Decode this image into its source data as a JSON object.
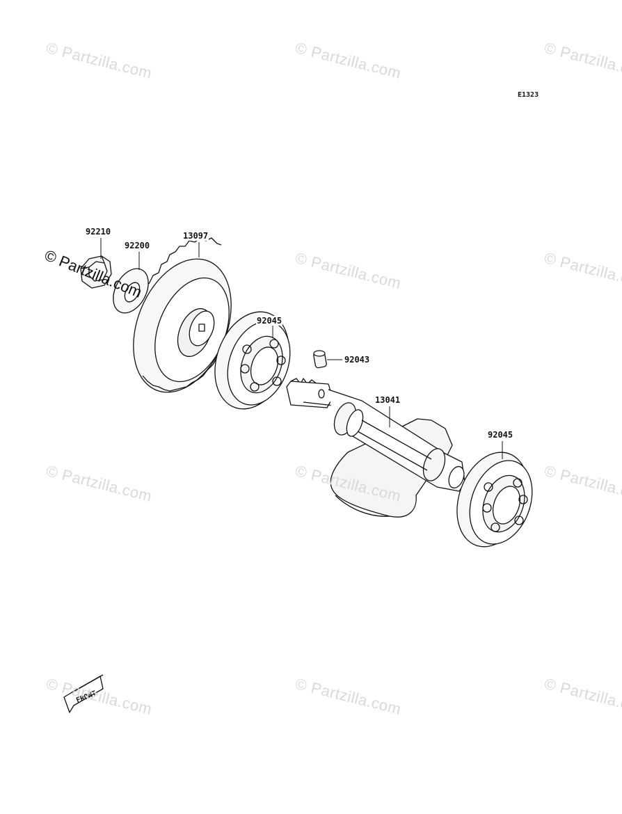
{
  "diagram_code": "E1323",
  "watermark": {
    "text": "© Partzilla.com",
    "strong_text": "© Partzilla.com"
  },
  "parts": [
    {
      "id": "p1",
      "number": "92210"
    },
    {
      "id": "p2",
      "number": "92200"
    },
    {
      "id": "p3",
      "number": "13097"
    },
    {
      "id": "p4",
      "number": "92045"
    },
    {
      "id": "p5",
      "number": "92043"
    },
    {
      "id": "p6",
      "number": "13041"
    },
    {
      "id": "p7",
      "number": "92045"
    }
  ],
  "front_label": "FRONT",
  "colors": {
    "line": "#111111",
    "fill": "#f2f2f2",
    "watermark": "#d9d9d9"
  }
}
